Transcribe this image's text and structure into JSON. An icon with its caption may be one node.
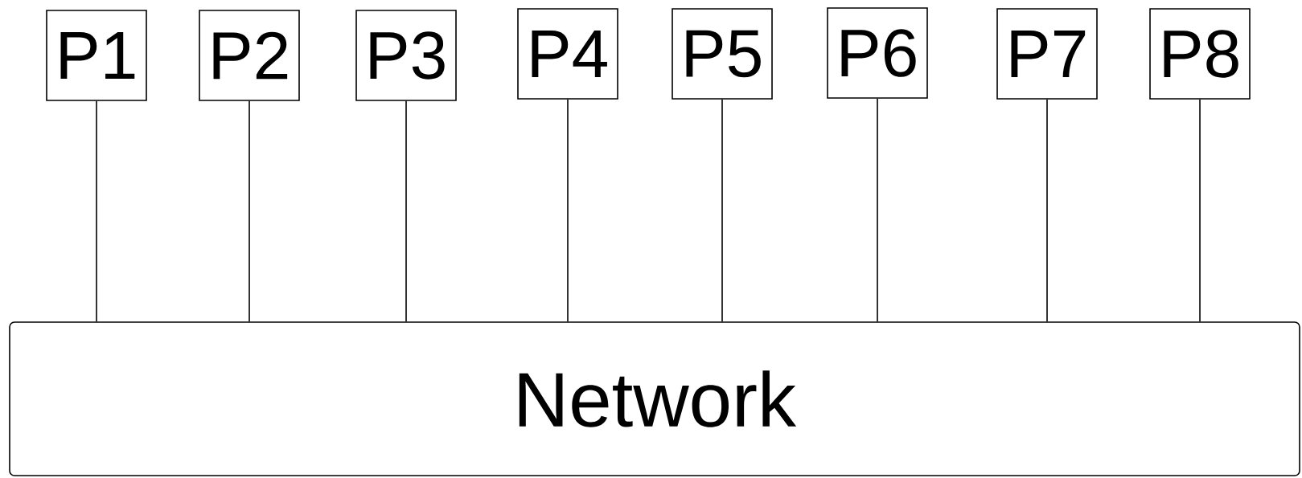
{
  "diagram": {
    "nodes": [
      {
        "text": [
          "P1"
        ]
      },
      {
        "text": [
          "P2"
        ]
      },
      {
        "text": [
          "P3"
        ]
      },
      {
        "text": [
          "P4"
        ]
      },
      {
        "text": [
          "P5"
        ]
      },
      {
        "text": [
          "P6"
        ]
      },
      {
        "text": [
          "P7"
        ]
      },
      {
        "text": [
          "P8"
        ]
      },
      {
        "text": [
          "Network"
        ]
      }
    ],
    "edges": [
      {
        "from": 0,
        "to": 8,
        "arrow": "none"
      },
      {
        "from": 1,
        "to": 8,
        "arrow": "none"
      },
      {
        "from": 2,
        "to": 8,
        "arrow": "none"
      },
      {
        "from": 3,
        "to": 8,
        "arrow": "none"
      },
      {
        "from": 4,
        "to": 8,
        "arrow": "none"
      },
      {
        "from": 5,
        "to": 8,
        "arrow": "none"
      },
      {
        "from": 6,
        "to": 8,
        "arrow": "none"
      },
      {
        "from": 7,
        "to": 8,
        "arrow": "none"
      }
    ]
  }
}
